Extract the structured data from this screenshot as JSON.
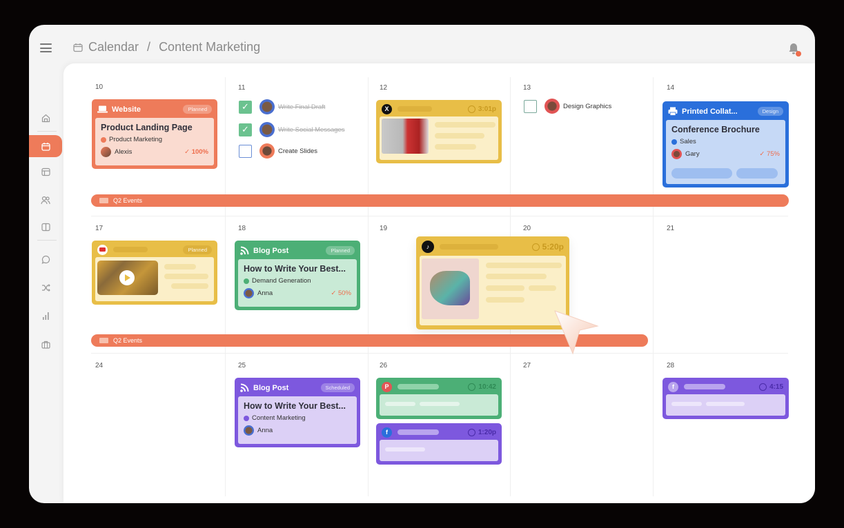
{
  "header": {
    "breadcrumb": [
      "Calendar",
      "Content Marketing"
    ],
    "separator": "/",
    "notification_badge": true
  },
  "sidebar": {
    "items": [
      {
        "name": "home",
        "icon": "home-icon",
        "active": false
      },
      {
        "name": "calendar",
        "icon": "calendar-icon",
        "active": true
      },
      {
        "name": "layout",
        "icon": "layout-icon",
        "active": false
      },
      {
        "name": "users",
        "icon": "users-icon",
        "active": false
      },
      {
        "name": "book",
        "icon": "book-icon",
        "active": false
      },
      {
        "name": "chat",
        "icon": "chat-icon",
        "active": false
      },
      {
        "name": "shuffle",
        "icon": "shuffle-icon",
        "active": false
      },
      {
        "name": "analytics",
        "icon": "bar-chart-icon",
        "active": false
      },
      {
        "name": "briefcase",
        "icon": "briefcase-icon",
        "active": false
      }
    ]
  },
  "colors": {
    "accent": "#ee7b5a",
    "orange_card": "#ee7b5a",
    "yellow_card": "#e8be47",
    "green_card": "#4caf76",
    "blue_card": "#2a6fdb",
    "purple_card": "#7d58de"
  },
  "weeks": [
    {
      "days": [
        "10",
        "11",
        "12",
        "13",
        "14"
      ]
    },
    {
      "days": [
        "17",
        "18",
        "19",
        "20",
        "21"
      ]
    },
    {
      "days": [
        "24",
        "25",
        "26",
        "27",
        "28"
      ]
    }
  ],
  "events": [
    {
      "label": "Q2 Events"
    },
    {
      "label": "Q2 Events"
    }
  ],
  "cards": {
    "website": {
      "type": "Website",
      "status": "Planned",
      "title": "Product Landing Page",
      "tag": "Product Marketing",
      "owner": "Alexis",
      "progress": "100%"
    },
    "tasks": [
      {
        "label": "Write Final Draft",
        "done": true
      },
      {
        "label": "Write Social Messages",
        "done": true
      },
      {
        "label": "Create Slides",
        "done": false
      }
    ],
    "x_post": {
      "network": "X",
      "time": "3:01p"
    },
    "design_task": {
      "label": "Design Graphics",
      "done": false
    },
    "printed": {
      "type": "Printed Collat...",
      "status": "Design",
      "title": "Conference Brochure",
      "tag": "Sales",
      "owner": "Gary",
      "progress": "75%"
    },
    "youtube": {
      "network": "YouTube",
      "status": "Planned"
    },
    "blog1": {
      "type": "Blog Post",
      "status": "Planned",
      "title": "How to Write Your Best...",
      "tag": "Demand Generation",
      "owner": "Anna",
      "progress": "50%"
    },
    "tiktok": {
      "network": "TikTok",
      "time": "5:20p"
    },
    "blog2": {
      "type": "Blog Post",
      "status": "Scheduled",
      "title": "How to Write Your Best...",
      "tag": "Content Marketing",
      "owner": "Anna"
    },
    "pinterest": {
      "network": "Pinterest",
      "time": "10:42"
    },
    "facebook1": {
      "network": "Facebook",
      "time": "1:20p"
    },
    "facebook2": {
      "network": "Facebook",
      "time": "4:15"
    }
  }
}
